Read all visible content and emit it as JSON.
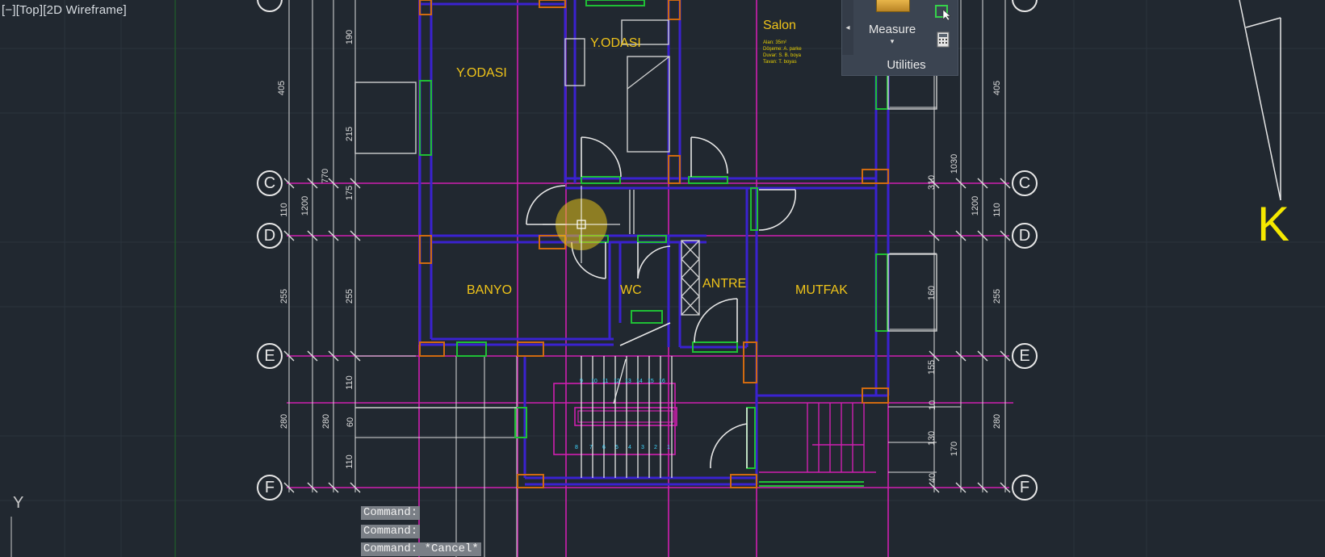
{
  "viewport": {
    "label": "[−][Top][2D Wireframe]"
  },
  "rooms": [
    {
      "key": "y_odasi_1",
      "text": "Y.ODASI"
    },
    {
      "key": "y_odasi_2",
      "text": "Y.ODASI"
    },
    {
      "key": "salon",
      "text": "Salon"
    },
    {
      "key": "banyo",
      "text": "BANYO"
    },
    {
      "key": "wc",
      "text": "WC"
    },
    {
      "key": "antre",
      "text": "ANTRE"
    },
    {
      "key": "mutfak",
      "text": "MUTFAK"
    }
  ],
  "salon_notes": [
    "Alan: 35m²",
    "Döşeme: A. parke",
    "Duvar: S. B. boya",
    "Tavan: T. boyas"
  ],
  "grid_bubbles": {
    "c": "C",
    "d": "D",
    "e": "E",
    "f": "F"
  },
  "dimensions": {
    "d190": "190",
    "d405": "405",
    "d215": "215",
    "d770": "770",
    "d175": "175",
    "d110": "110",
    "d1200": "1200",
    "d255": "255",
    "d280": "280",
    "d60": "60",
    "d310": "310",
    "d1030": "1030",
    "d160": "160",
    "d155": "155",
    "d130": "130",
    "d170": "170",
    "d40": "40",
    "d10": "10"
  },
  "stair_numbers_top": [
    "9",
    "10",
    "11",
    "12",
    "13",
    "14",
    "15",
    "16"
  ],
  "stair_numbers_bottom": [
    "8",
    "7",
    "6",
    "5",
    "4",
    "3",
    "2",
    "1"
  ],
  "ribbon": {
    "utilities_title": "Utilities",
    "measure_label": "Measure",
    "measure_caret": "▾",
    "collapse_glyph": "◂"
  },
  "command_history": [
    "Command:",
    "Command:",
    "Command: *Cancel*"
  ],
  "sheet_letter": "K",
  "ucs": {
    "y_label": "Y"
  },
  "colors": {
    "background": "#212830",
    "grid_axis": "#d01fb0",
    "wall": "#3a22d0",
    "window": "#1fbf35",
    "column": "#d06a10",
    "text": "#f0c419",
    "dimension": "#dcdcdc"
  },
  "icons": [
    "measure-icon",
    "quick-select-icon",
    "calculator-icon",
    "cursor-crosshair-icon",
    "collapse-arrow-icon"
  ]
}
